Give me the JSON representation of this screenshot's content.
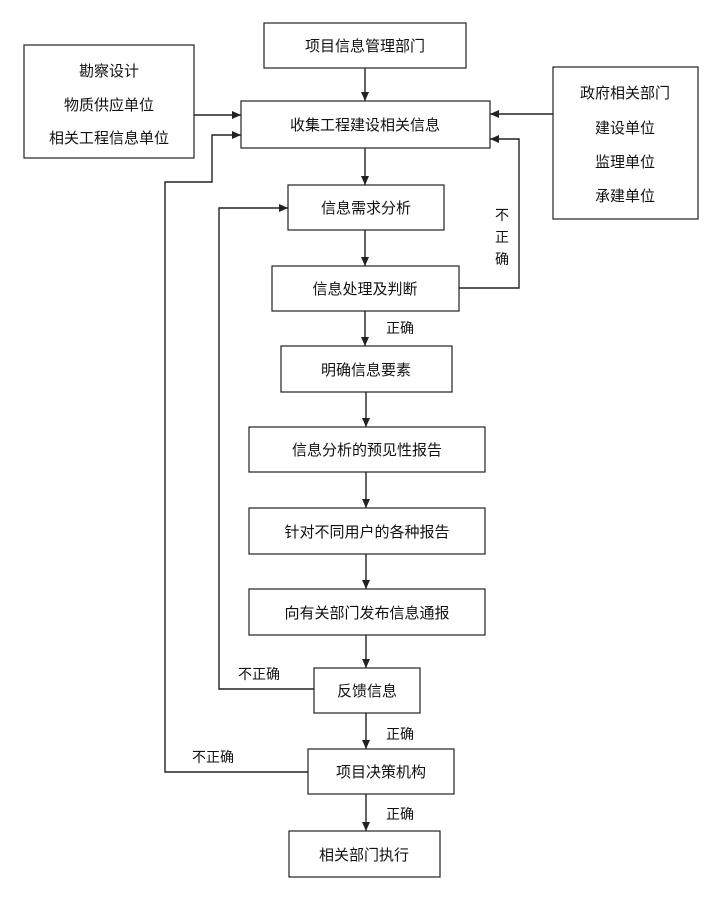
{
  "nodes": {
    "dept": "项目信息管理部门",
    "collect": "收集工程建设相关信息",
    "left_sources": [
      "勘察设计",
      "物质供应单位",
      "相关工程信息单位"
    ],
    "right_sources": [
      "政府相关部门",
      "建设单位",
      "监理单位",
      "承建单位"
    ],
    "demand": "信息需求分析",
    "process": "信息处理及判断",
    "elements": "明确信息要素",
    "forecast": "信息分析的预见性报告",
    "reports": "针对不同用户的各种报告",
    "publish": "向有关部门发布信息通报",
    "feedback": "反馈信息",
    "decision": "项目决策机构",
    "execute": "相关部门执行"
  },
  "edge_labels": {
    "incorrect_vertical": [
      "不",
      "正",
      "确"
    ],
    "correct_1": "正确",
    "incorrect_feedback": "不正确",
    "correct_2": "正确",
    "incorrect_decision": "不正确",
    "correct_3": "正确"
  }
}
